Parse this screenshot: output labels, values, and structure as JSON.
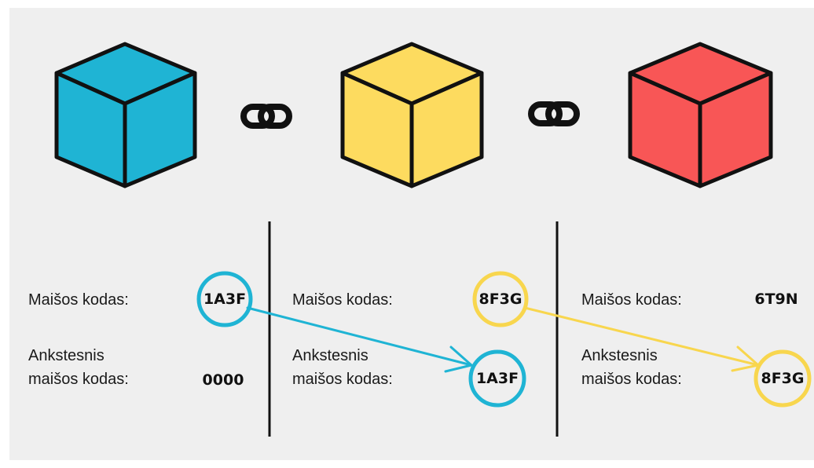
{
  "colors": {
    "background": "#efefef",
    "block_1": "#1fb4d4",
    "block_2": "#fddb5f",
    "block_3": "#f85656",
    "outline": "#111111",
    "arrow_1": "#1fb4d4",
    "arrow_2": "#f8d64e"
  },
  "icons": {
    "block": "cube-icon",
    "connector": "chain-link-icon"
  },
  "blocks": [
    {
      "hash_label": "Maišos kodas:",
      "hash": "1A3F",
      "prev_label_1": "Ankstesnis",
      "prev_label_2": "maišos kodas:",
      "prev_hash": "0000"
    },
    {
      "hash_label": "Maišos kodas:",
      "hash": "8F3G",
      "prev_label_1": "Ankstesnis",
      "prev_label_2": "maišos kodas:",
      "prev_hash": "1A3F"
    },
    {
      "hash_label": "Maišos kodas:",
      "hash": "6T9N",
      "prev_label_1": "Ankstesnis",
      "prev_label_2": "maišos kodas:",
      "prev_hash": "8F3G"
    }
  ]
}
